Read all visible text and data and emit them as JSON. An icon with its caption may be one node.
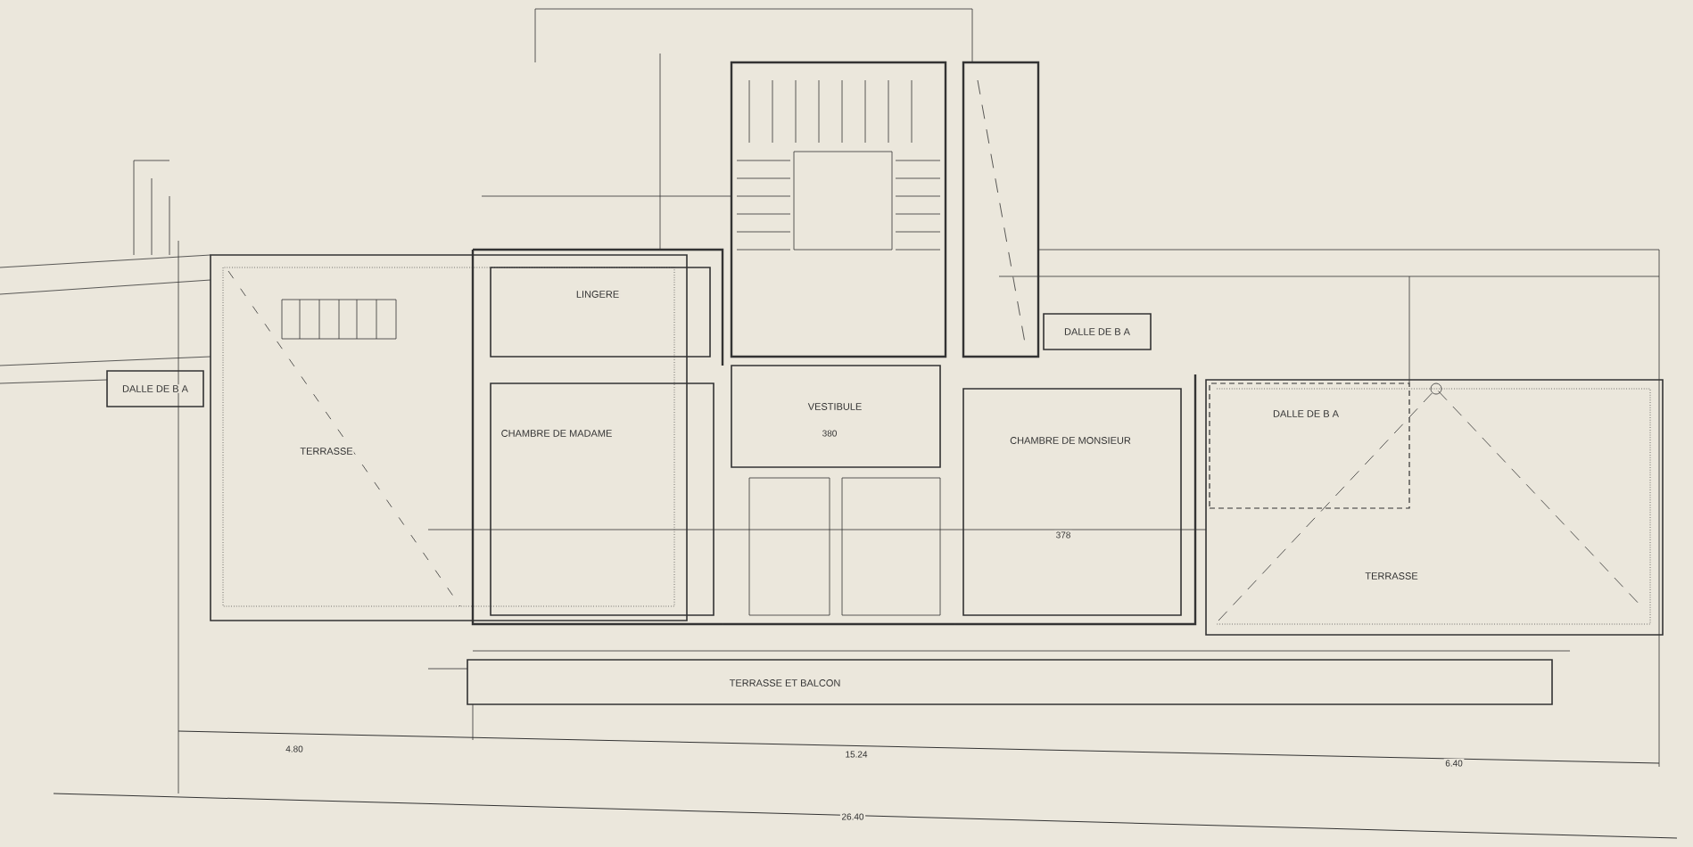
{
  "diagram": {
    "nodes": [
      {
        "text": [
          "LINGERE"
        ]
      },
      {
        "text": [
          "CHAMBRE DE MADAME"
        ]
      },
      {
        "text": [
          "VESTIBULE"
        ]
      },
      {
        "text": [
          "CHAMBRE DE MONSIEUR"
        ]
      },
      {
        "text": [
          "TERRASSE"
        ]
      },
      {
        "text": [
          "TERRASSE"
        ]
      },
      {
        "text": [
          "DALLE DE B A"
        ],
        "in": 5
      },
      {
        "text": [
          "DALLE DE B A"
        ]
      },
      {
        "text": [
          "DALLE DE B A"
        ]
      },
      {
        "text": [
          "TERRASSE ET BALCON"
        ]
      }
    ],
    "labels": [
      "380",
      "378",
      "4.80",
      "15.24",
      "6.40",
      "26.40"
    ]
  }
}
